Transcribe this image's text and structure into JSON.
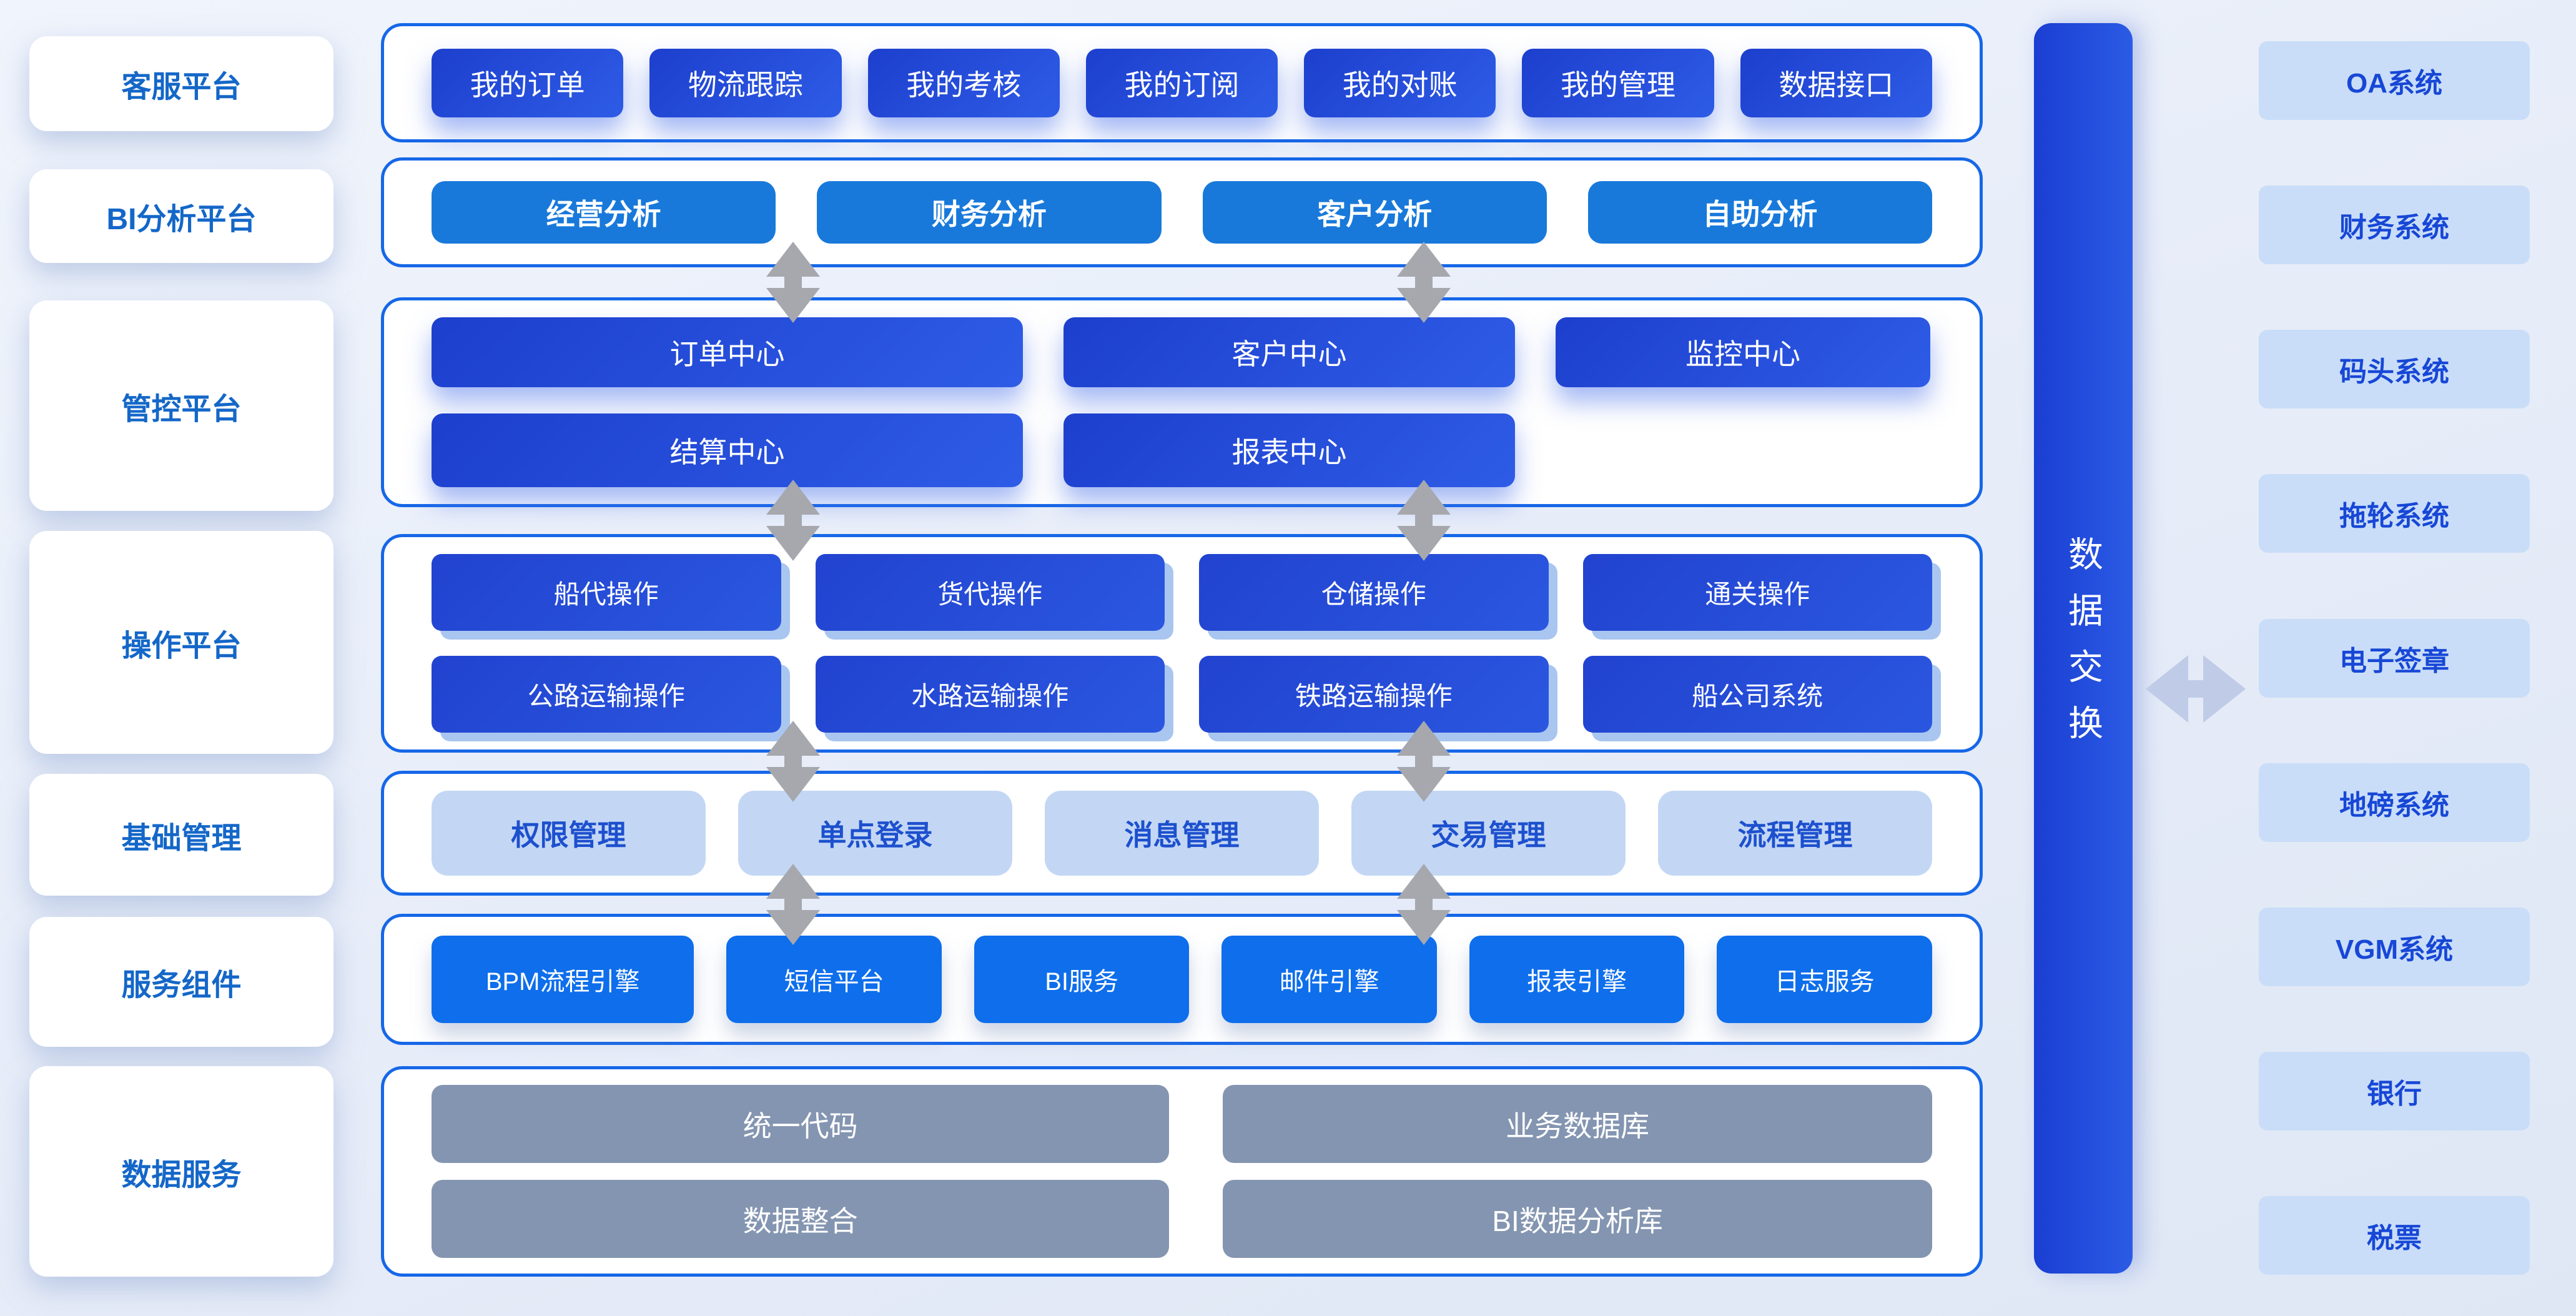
{
  "sidebar": {
    "items": [
      {
        "label": "客服平台"
      },
      {
        "label": "BI分析平台"
      },
      {
        "label": "管控平台"
      },
      {
        "label": "操作平台"
      },
      {
        "label": "基础管理"
      },
      {
        "label": "服务组件"
      },
      {
        "label": "数据服务"
      }
    ]
  },
  "customer_row": {
    "buttons": [
      "我的订单",
      "物流跟踪",
      "我的考核",
      "我的订阅",
      "我的对账",
      "我的管理",
      "数据接口"
    ]
  },
  "bi_row": {
    "buttons": [
      "经营分析",
      "财务分析",
      "客户分析",
      "自助分析"
    ]
  },
  "control_row": {
    "line1": [
      "订单中心",
      "客户中心",
      "监控中心"
    ],
    "line2": [
      "结算中心",
      "报表中心"
    ]
  },
  "operation_row": {
    "line1": [
      "船代操作",
      "货代操作",
      "仓储操作",
      "通关操作"
    ],
    "line2": [
      "公路运输操作",
      "水路运输操作",
      "铁路运输操作",
      "船公司系统"
    ]
  },
  "base_row": {
    "buttons": [
      "权限管理",
      "单点登录",
      "消息管理",
      "交易管理",
      "流程管理"
    ]
  },
  "service_row": {
    "buttons": [
      "BPM流程引擎",
      "短信平台",
      "BI服务",
      "邮件引擎",
      "报表引擎",
      "日志服务"
    ]
  },
  "data_row": {
    "col_left": [
      "统一代码",
      "数据整合"
    ],
    "col_right": [
      "业务数据库",
      "BI数据分析库"
    ]
  },
  "exchange_bar": {
    "label": "数据交换"
  },
  "external_systems": {
    "items": [
      "OA系统",
      "财务系统",
      "码头系统",
      "拖轮系统",
      "电子签章",
      "地磅系统",
      "VGM系统",
      "银行",
      "税票"
    ]
  },
  "colors": {
    "container_border": "#1667E8",
    "sidebar_text": "#1467C8",
    "royal_button": "#2348D4",
    "azure_button": "#1879DA",
    "bright_button": "#0E6EEC",
    "light_button": "#C3D7F5",
    "light_button_text": "#1D50CE",
    "gray_button": "#8495B1",
    "external_card": "#C9DDF8",
    "external_text": "#1747D6",
    "vertical_arrow": "#A6A8AE",
    "horizontal_arrow": "#BFCBE7"
  }
}
